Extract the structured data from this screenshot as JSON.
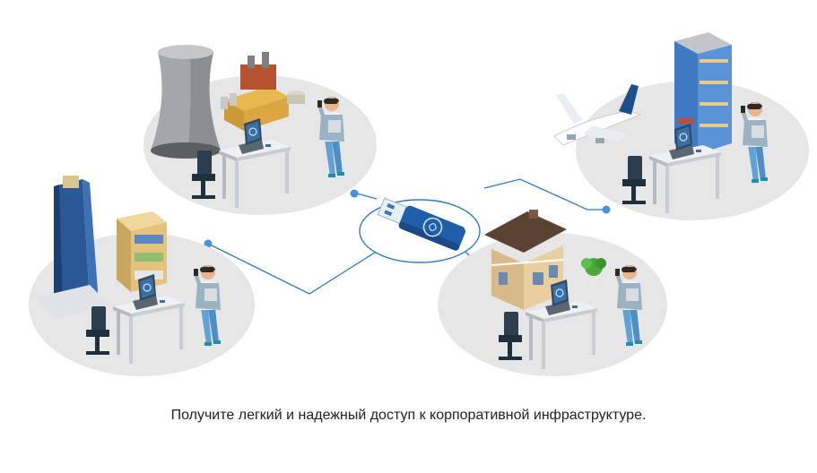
{
  "caption": "Получите легкий и надежный доступ к корпоративной инфраструктуре.",
  "colors": {
    "platform": "#e6e6e6",
    "line": "#2f7bc2",
    "token": "#1f5ea8",
    "desk": "#d9dbe0",
    "chair": "#2b3f4e",
    "shirt": "#9bb2c3",
    "jeans": "#5fa3d6",
    "hair": "#2d2a26"
  },
  "nodes": [
    {
      "id": "power-plant"
    },
    {
      "id": "skyscraper-office"
    },
    {
      "id": "airport-office"
    },
    {
      "id": "home-office"
    }
  ],
  "hub": {
    "icon": "usb-security-token-icon"
  }
}
